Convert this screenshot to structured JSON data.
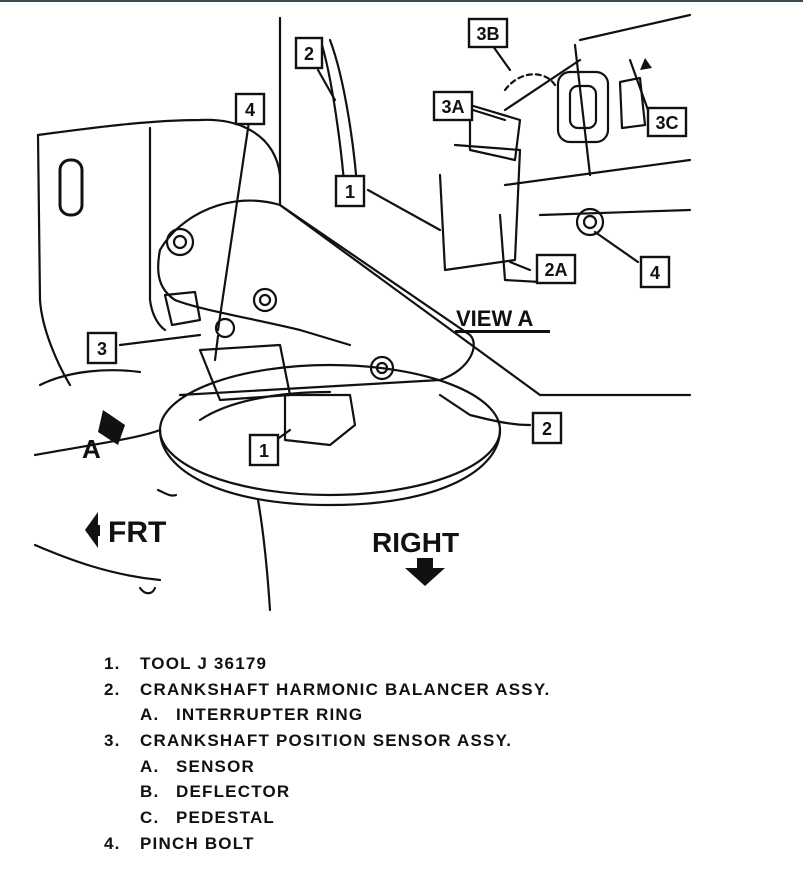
{
  "callouts": {
    "c2_top": "2",
    "c3b": "3B",
    "c4_top": "4",
    "c3a": "3A",
    "c3c": "3C",
    "c1_view": "1",
    "c4_view": "4",
    "c2a": "2A",
    "c3_main": "3",
    "c2_main": "2",
    "c1_main": "1"
  },
  "labels": {
    "view_a": "VIEW A",
    "arrow_a": "A",
    "frt": "FRT",
    "right": "RIGHT"
  },
  "legend": [
    {
      "num": "1.",
      "text": "TOOL J 36179"
    },
    {
      "num": "2.",
      "text": "CRANKSHAFT HARMONIC BALANCER ASSY."
    },
    {
      "sub": "A.",
      "text": "INTERRUPTER RING"
    },
    {
      "num": "3.",
      "text": "CRANKSHAFT POSITION SENSOR ASSY."
    },
    {
      "sub": "A.",
      "text": "SENSOR"
    },
    {
      "sub": "B.",
      "text": "DEFLECTOR"
    },
    {
      "sub": "C.",
      "text": "PEDESTAL"
    },
    {
      "num": "4.",
      "text": "PINCH BOLT"
    }
  ]
}
